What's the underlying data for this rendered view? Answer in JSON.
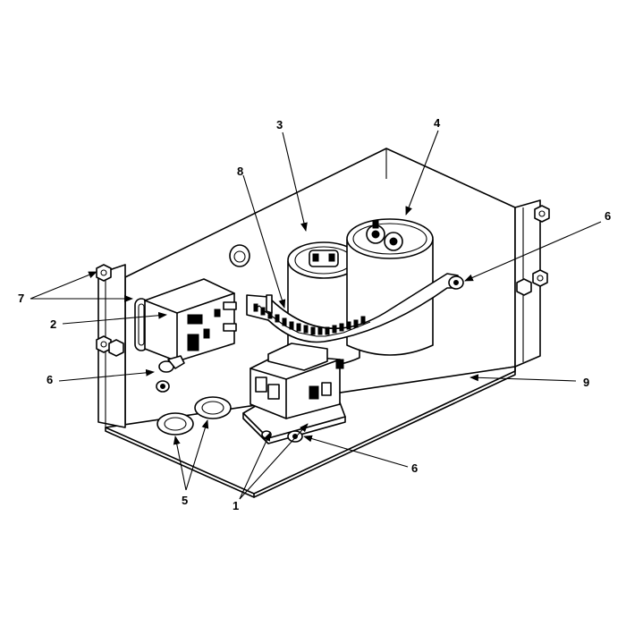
{
  "callouts": {
    "c1": "1",
    "c2": "2",
    "c3": "3",
    "c4": "4",
    "c5": "5",
    "c6a": "6",
    "c6b": "6",
    "c6c": "6",
    "c7": "7",
    "c8": "8",
    "c9": "9"
  },
  "colors": {
    "line": "#000000",
    "background": "#ffffff"
  },
  "parts": [
    {
      "callout": "1",
      "icon": "contactor-icon"
    },
    {
      "callout": "2",
      "icon": "relay-icon"
    },
    {
      "callout": "3",
      "icon": "capacitor-icon"
    },
    {
      "callout": "4",
      "icon": "dual-capacitor-icon"
    },
    {
      "callout": "5",
      "icon": "grommet-icon"
    },
    {
      "callout": "6",
      "icon": "screw-icon"
    },
    {
      "callout": "7",
      "icon": "nut-icon"
    },
    {
      "callout": "8",
      "icon": "bracket-strap-icon"
    },
    {
      "callout": "9",
      "icon": "control-box-icon"
    }
  ]
}
